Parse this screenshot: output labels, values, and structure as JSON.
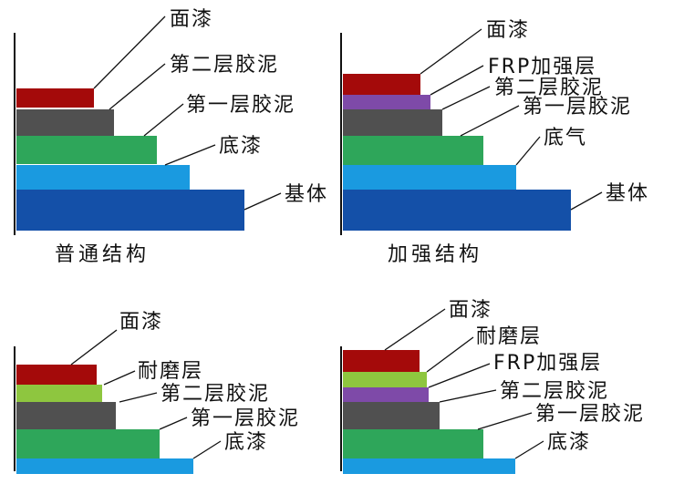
{
  "colors": {
    "topcoat": "#a40a0a",
    "second_putty": "#505050",
    "first_putty": "#2ea65a",
    "primer": "#1a9ae0",
    "substrate": "#1450a8",
    "frp": "#7e4aa8",
    "wear": "#8ec63f"
  },
  "panels": [
    {
      "caption": "普通结构",
      "layers": [
        {
          "label": "面漆",
          "color": "#a40a0a"
        },
        {
          "label": "第二层胶泥",
          "color": "#505050"
        },
        {
          "label": "第一层胶泥",
          "color": "#2ea65a"
        },
        {
          "label": "底漆",
          "color": "#1a9ae0"
        },
        {
          "label": "基体",
          "color": "#1450a8"
        }
      ]
    },
    {
      "caption": "加强结构",
      "layers": [
        {
          "label": "面漆",
          "color": "#a40a0a"
        },
        {
          "label": "FRP加强层",
          "color": "#7e4aa8"
        },
        {
          "label": "第二层胶泥",
          "color": "#505050"
        },
        {
          "label": "第一层胶泥",
          "color": "#2ea65a"
        },
        {
          "label": "底气",
          "color": "#1a9ae0"
        },
        {
          "label": "基体",
          "color": "#1450a8"
        }
      ]
    },
    {
      "caption": "",
      "layers": [
        {
          "label": "面漆",
          "color": "#a40a0a"
        },
        {
          "label": "耐磨层",
          "color": "#8ec63f"
        },
        {
          "label": "第二层胶泥",
          "color": "#505050"
        },
        {
          "label": "第一层胶泥",
          "color": "#2ea65a"
        },
        {
          "label": "底漆",
          "color": "#1a9ae0"
        }
      ]
    },
    {
      "caption": "",
      "layers": [
        {
          "label": "面漆",
          "color": "#a40a0a"
        },
        {
          "label": "耐磨层",
          "color": "#8ec63f"
        },
        {
          "label": "FRP加强层",
          "color": "#7e4aa8"
        },
        {
          "label": "第二层胶泥",
          "color": "#505050"
        },
        {
          "label": "第一层胶泥",
          "color": "#2ea65a"
        },
        {
          "label": "底漆",
          "color": "#1a9ae0"
        }
      ]
    }
  ]
}
